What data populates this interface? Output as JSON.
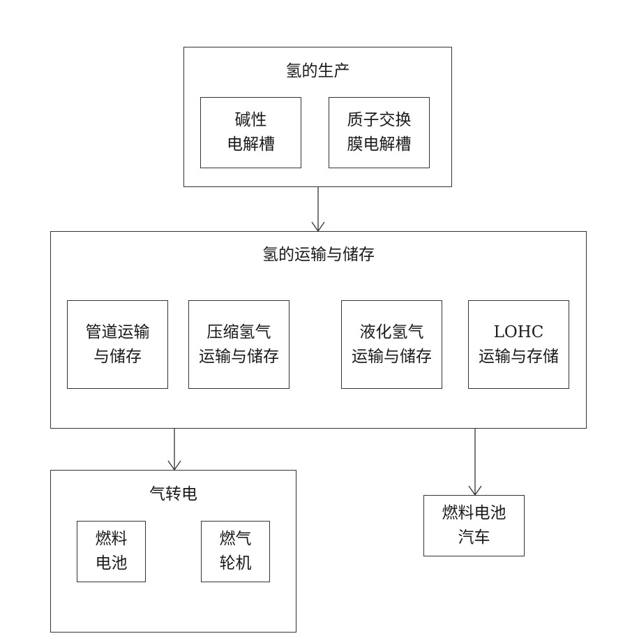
{
  "production": {
    "title": "氢的生产",
    "items": [
      {
        "line1": "碱性",
        "line2": "电解槽"
      },
      {
        "line1": "质子交换",
        "line2": "膜电解槽"
      }
    ]
  },
  "transport": {
    "title": "氢的运输与储存",
    "items": [
      {
        "line1": "管道运输",
        "line2": "与储存"
      },
      {
        "line1": "压缩氢气",
        "line2": "运输与储存"
      },
      {
        "line1": "液化氢气",
        "line2": "运输与储存"
      },
      {
        "line1": "LOHC",
        "line2": "运输与存储"
      }
    ]
  },
  "power": {
    "title": "气转电",
    "items": [
      {
        "line1": "燃料",
        "line2": "电池"
      },
      {
        "line1": "燃气",
        "line2": "轮机"
      }
    ]
  },
  "vehicle": {
    "line1": "燃料电池",
    "line2": "汽车"
  }
}
